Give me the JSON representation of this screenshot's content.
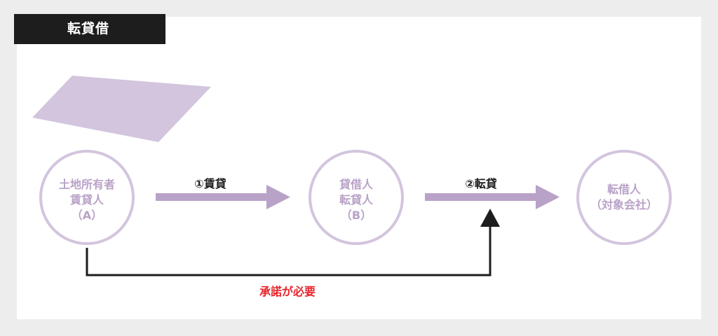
{
  "title": "転貸借",
  "colors": {
    "background": "#ededed",
    "panel": "#ffffff",
    "title_bg": "#1d1d1d",
    "accent": "#b9a2c8",
    "land": "#d3c5de",
    "line": "#1d1d1d",
    "note": "#e8242b"
  },
  "nodes": {
    "a": {
      "lines": [
        "土地所有者",
        "賃貸人",
        "（A）"
      ]
    },
    "b": {
      "lines": [
        "貸借人",
        "転貸人",
        "（B）"
      ]
    },
    "c": {
      "lines": [
        "転借人",
        "（対象会社）"
      ]
    }
  },
  "arrows": {
    "lease": "①賃貸",
    "sublease": "②転貸"
  },
  "note": "承諾が必要"
}
